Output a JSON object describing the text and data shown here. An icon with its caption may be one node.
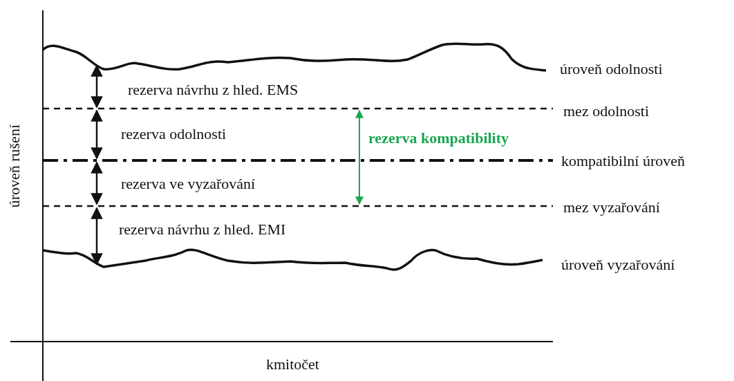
{
  "diagram": {
    "labels": [
      "úroveň odolnosti",
      "rezerva návrhu z hled. EMS",
      "mez odolnosti",
      "rezerva odolnosti",
      "rezerva kompatibility",
      "kompatibilní úroveň",
      "rezerva ve vyzařování",
      "mez vyzařování",
      "rezerva návrhu z hled. EMI",
      "úroveň vyzařování",
      "úroveň rušení",
      "kmitočet"
    ]
  }
}
